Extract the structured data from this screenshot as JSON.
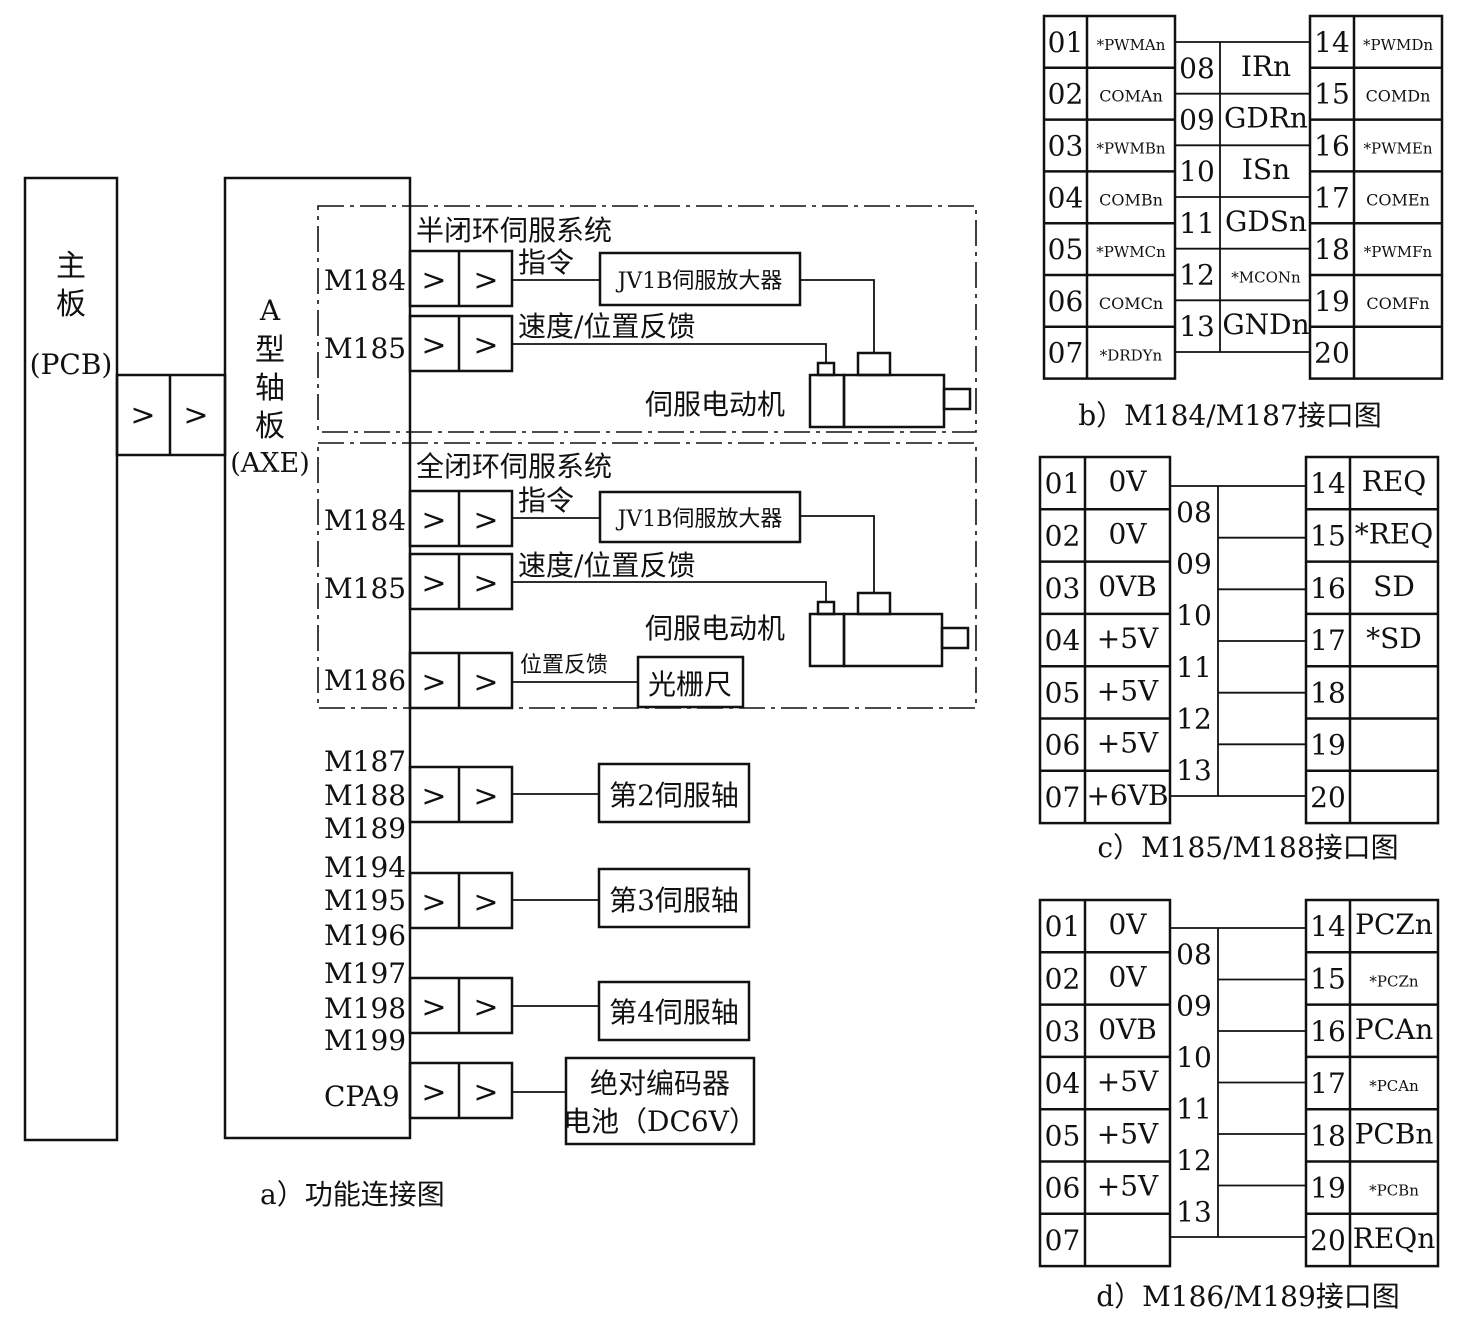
{
  "left": {
    "main_board": {
      "line1": "主",
      "line2": "板",
      "line3": "(PCB)"
    },
    "axis_board": {
      "line1": "A",
      "line2": "型",
      "line3": "轴",
      "line4": "板",
      "line5": "(AXE)"
    },
    "arrow": ">",
    "semi_closed": {
      "title": "半闭环伺服系统",
      "port_cmd": "M184",
      "port_fb": "M185",
      "cmd_label": "指令",
      "fb_label": "速度/位置反馈",
      "amplifier": "JV1B伺服放大器",
      "motor": "伺服电动机"
    },
    "full_closed": {
      "title": "全闭环伺服系统",
      "port_cmd": "M184",
      "port_fb": "M185",
      "port_scale": "M186",
      "cmd_label": "指令",
      "fb_label": "速度/位置反馈",
      "scale_fb_label": "位置反馈",
      "amplifier": "JV1B伺服放大器",
      "motor": "伺服电动机",
      "scale": "光栅尺"
    },
    "axis2": {
      "ports": [
        "M187",
        "M188",
        "M189"
      ],
      "label": "第2伺服轴"
    },
    "axis3": {
      "ports": [
        "M194",
        "M195",
        "M196"
      ],
      "label": "第3伺服轴"
    },
    "axis4": {
      "ports": [
        "M197",
        "M198",
        "M199"
      ],
      "label": "第4伺服轴"
    },
    "battery": {
      "port": "CPA9",
      "line1": "绝对编码器",
      "line2": "电池（DC6V）"
    },
    "caption": "a）功能连接图"
  },
  "connector_b": {
    "caption": "b）M184/M187接口图",
    "left": [
      [
        "01",
        "*PWMAn"
      ],
      [
        "02",
        "COMAn"
      ],
      [
        "03",
        "*PWMBn"
      ],
      [
        "04",
        "COMBn"
      ],
      [
        "05",
        "*PWMCn"
      ],
      [
        "06",
        "COMCn"
      ],
      [
        "07",
        "*DRDYn"
      ]
    ],
    "middle": [
      [
        "08",
        "IRn"
      ],
      [
        "09",
        "GDRn"
      ],
      [
        "10",
        "ISn"
      ],
      [
        "11",
        "GDSn"
      ],
      [
        "12",
        "*MCONn"
      ],
      [
        "13",
        "GNDn"
      ]
    ],
    "right": [
      [
        "14",
        "*PWMDn"
      ],
      [
        "15",
        "COMDn"
      ],
      [
        "16",
        "*PWMEn"
      ],
      [
        "17",
        "COMEn"
      ],
      [
        "18",
        "*PWMFn"
      ],
      [
        "19",
        "COMFn"
      ],
      [
        "20",
        ""
      ]
    ]
  },
  "connector_c": {
    "caption": "c）M185/M188接口图",
    "left": [
      [
        "01",
        "0V"
      ],
      [
        "02",
        "0V"
      ],
      [
        "03",
        "0VB"
      ],
      [
        "04",
        "+5V"
      ],
      [
        "05",
        "+5V"
      ],
      [
        "06",
        "+5V"
      ],
      [
        "07",
        "+6VB"
      ]
    ],
    "middle": [
      [
        "08",
        ""
      ],
      [
        "09",
        ""
      ],
      [
        "10",
        ""
      ],
      [
        "11",
        ""
      ],
      [
        "12",
        ""
      ],
      [
        "13",
        ""
      ]
    ],
    "right": [
      [
        "14",
        "REQ"
      ],
      [
        "15",
        "*REQ"
      ],
      [
        "16",
        "SD"
      ],
      [
        "17",
        "*SD"
      ],
      [
        "18",
        ""
      ],
      [
        "19",
        ""
      ],
      [
        "20",
        ""
      ]
    ]
  },
  "connector_d": {
    "caption": "d）M186/M189接口图",
    "left": [
      [
        "01",
        "0V"
      ],
      [
        "02",
        "0V"
      ],
      [
        "03",
        "0VB"
      ],
      [
        "04",
        "+5V"
      ],
      [
        "05",
        "+5V"
      ],
      [
        "06",
        "+5V"
      ],
      [
        "07",
        ""
      ]
    ],
    "middle": [
      [
        "08",
        ""
      ],
      [
        "09",
        ""
      ],
      [
        "10",
        ""
      ],
      [
        "11",
        ""
      ],
      [
        "12",
        ""
      ],
      [
        "13",
        ""
      ]
    ],
    "right": [
      [
        "14",
        "PCZn"
      ],
      [
        "15",
        "*PCZn"
      ],
      [
        "16",
        "PCAn"
      ],
      [
        "17",
        "*PCAn"
      ],
      [
        "18",
        "PCBn"
      ],
      [
        "19",
        "*PCBn"
      ],
      [
        "20",
        "REQn"
      ]
    ]
  }
}
